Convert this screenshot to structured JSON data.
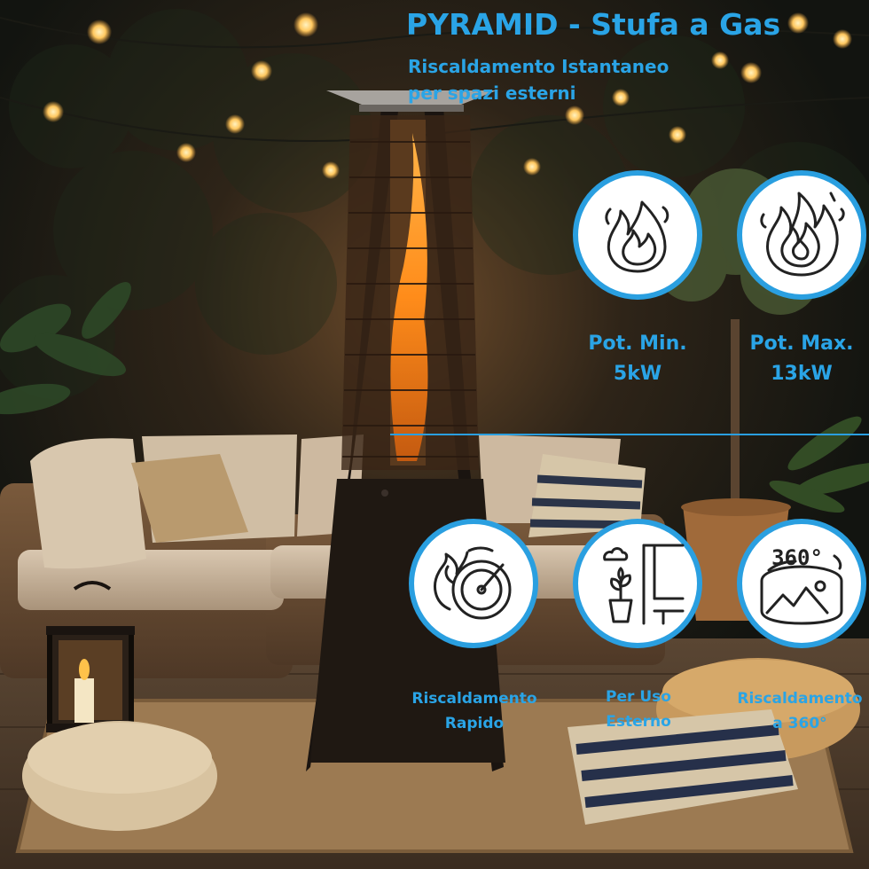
{
  "title": "PYRAMID - Stufa a Gas",
  "subtitle": {
    "line1": "Riscaldamento Istantaneo",
    "line2": "per spazi esterni"
  },
  "features_top": [
    {
      "icon": "flame-icon",
      "line1": "Pot. Min.",
      "line2": "5kW"
    },
    {
      "icon": "big-flame-icon",
      "line1": "Pot. Max.",
      "line2": "13kW"
    }
  ],
  "features_bottom": [
    {
      "icon": "gauge-flame-icon",
      "line1": "Riscaldamento",
      "line2": "Rapido"
    },
    {
      "icon": "outdoor-plant-icon",
      "line1": "Per Uso",
      "line2": "Esterno"
    },
    {
      "icon": "panorama-360-icon",
      "line1": "Riscaldamento",
      "line2": "a 360°",
      "badge_text": "360°"
    }
  ],
  "colors": {
    "accent": "#2aa4e6",
    "badge_border": "#2a9fe0",
    "badge_fill": "#ffffff"
  }
}
